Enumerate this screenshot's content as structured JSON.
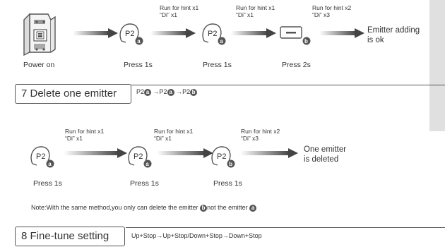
{
  "section_add": {
    "steps": [
      {
        "hint1": "Run for hint x1",
        "hint2": "“Di” x1"
      },
      {
        "hint1": "Run for hint x1",
        "hint2": "“Di” x1"
      },
      {
        "hint1": "Run for hint x2",
        "hint2": "“Di” x3"
      }
    ],
    "power_on_label": "Power on",
    "press_labels": [
      "Press 1s",
      "Press 1s",
      "Press 2s"
    ],
    "result_line1": "Emitter adding",
    "result_line2": "is ok",
    "key_labels": [
      "P2",
      "P2"
    ],
    "badges": [
      "a",
      "a",
      "b"
    ]
  },
  "section_delete": {
    "title": "7  Delete one emitter",
    "sequence": {
      "key": "P2",
      "badge_a": "a",
      "badge_b": "b",
      "arrow": "→"
    },
    "steps": [
      {
        "hint1": "Run for hint x1",
        "hint2": "“Di” x1"
      },
      {
        "hint1": "Run for hint x1",
        "hint2": "“Di” x1"
      },
      {
        "hint1": "Run for hint x2",
        "hint2": "“Di” x3"
      }
    ],
    "key_labels": [
      "P2",
      "P2",
      "P2"
    ],
    "badges": [
      "a",
      "a",
      "b"
    ],
    "press_labels": [
      "Press 1s",
      "Press 1s",
      "Press 1s"
    ],
    "result_line1": "One emitter",
    "result_line2": "is deleted",
    "note_prefix": "Note:With the same method,you only can delete the emitter ",
    "note_badge_b": "b",
    "note_middle": "not the emitter ",
    "note_badge_a": "a"
  },
  "section_finetune": {
    "title": "8  Fine-tune setting",
    "sequence": "Up+Stop→Up+Stop/Down+Stop→Down+Stop"
  },
  "colors": {
    "text": "#333333",
    "dark": "#555555",
    "sidebar": "#e0e0e0"
  }
}
